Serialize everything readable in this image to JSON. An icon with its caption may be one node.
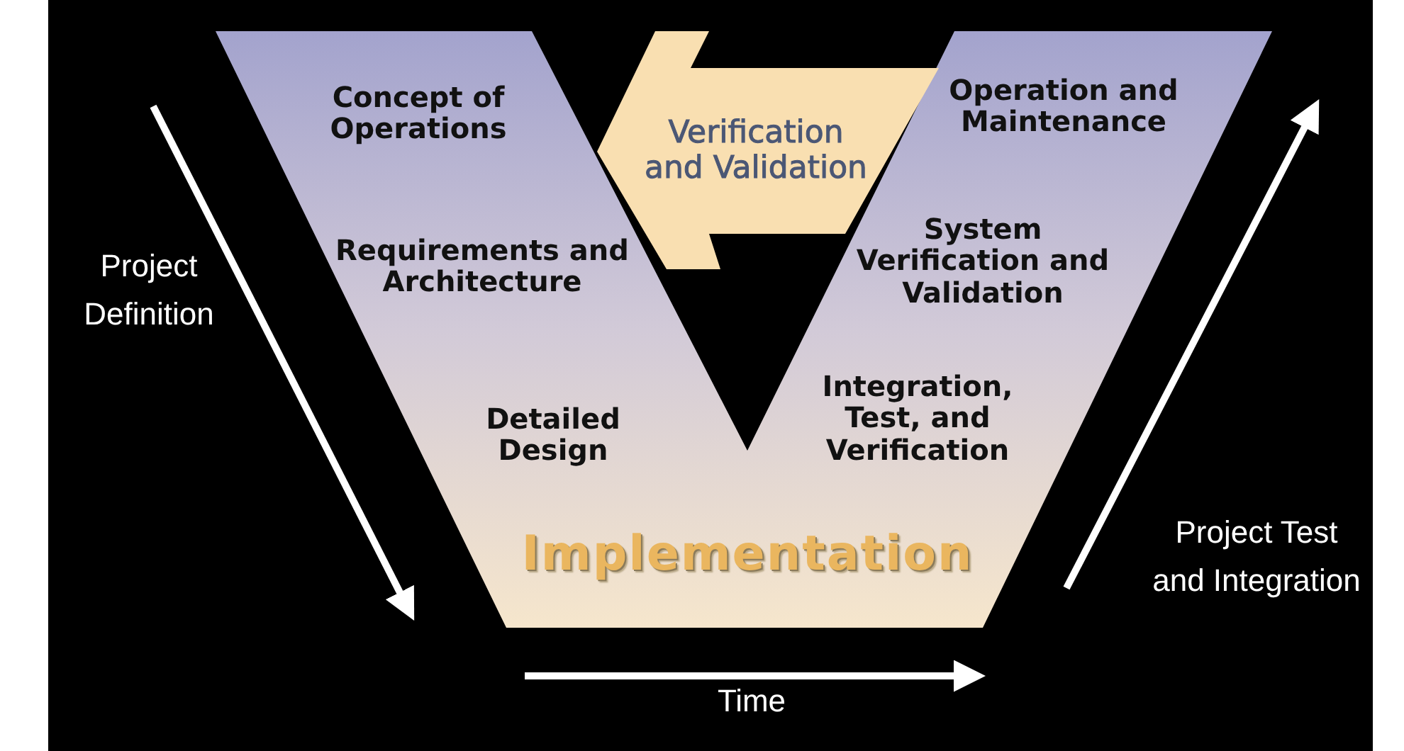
{
  "diagram": {
    "nodes": [
      {
        "text": [
          "Concept of Operations",
          "Requirements and Architecture",
          "Detailed Design",
          "Implementation",
          "Operation and Maintenance",
          "System Verification and Validation",
          "Integration, Test, and Verification"
        ]
      },
      {
        "text": [
          "Verification and Validation"
        ]
      }
    ],
    "labels": [
      "Project Definition",
      "Time",
      "Project Test and Integration"
    ]
  }
}
